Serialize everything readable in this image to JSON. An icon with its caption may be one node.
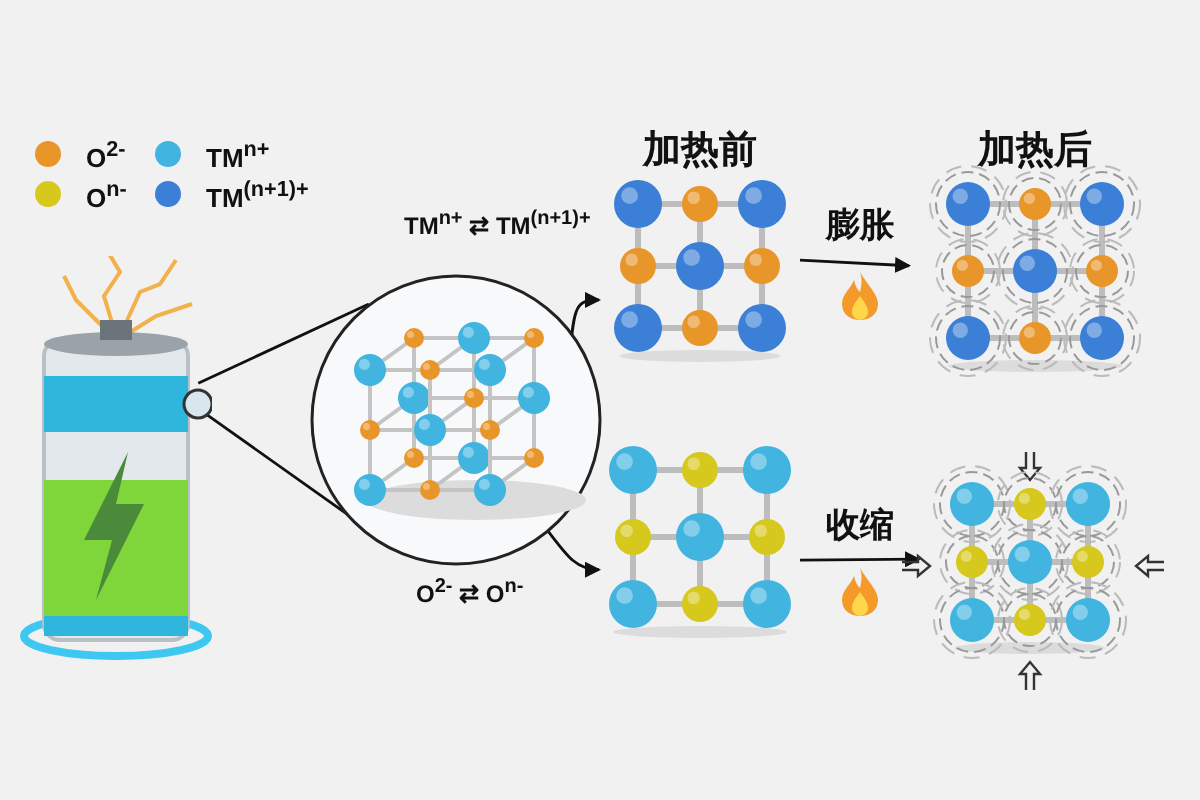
{
  "diagram": {
    "nodes": [
      {
        "text": [],
        "shape": "picture"
      },
      {
        "text": [],
        "shape": "picture"
      },
      {
        "text": [
          "加热前"
        ]
      },
      {
        "text": [
          "加热后"
        ]
      },
      {
        "text": [],
        "shape": "picture"
      },
      {
        "text": [],
        "shape": "picture"
      }
    ],
    "edges": [
      {
        "from": 0,
        "to": 1,
        "arrow": "none"
      },
      {
        "from": 0,
        "to": 1,
        "arrow": "none"
      },
      {
        "from": 1,
        "to": 2,
        "arrow": "to",
        "label": "TM$^{n+}$ ⇄ TM$^{(n+1)+}$"
      },
      {
        "from": 1,
        "to": 4,
        "arrow": "to",
        "label": "O$^{2-}$ ⇄ O$^{n-}$"
      },
      {
        "from": 2,
        "to": 3,
        "arrow": "to",
        "label": "膨胀"
      },
      {
        "from": 4,
        "to": 5,
        "arrow": "to",
        "label": "收缩"
      }
    ],
    "legend": [
      {
        "text": "O$^{2-}$",
        "color": "#e8962a"
      },
      {
        "text": "TM$^{n+}$",
        "color": "#41b4e0"
      },
      {
        "text": "O$^{n-}$",
        "color": "#d6c81c"
      },
      {
        "text": "TM$^{(n+1)+}$",
        "color": "#3b7fd6"
      }
    ]
  }
}
